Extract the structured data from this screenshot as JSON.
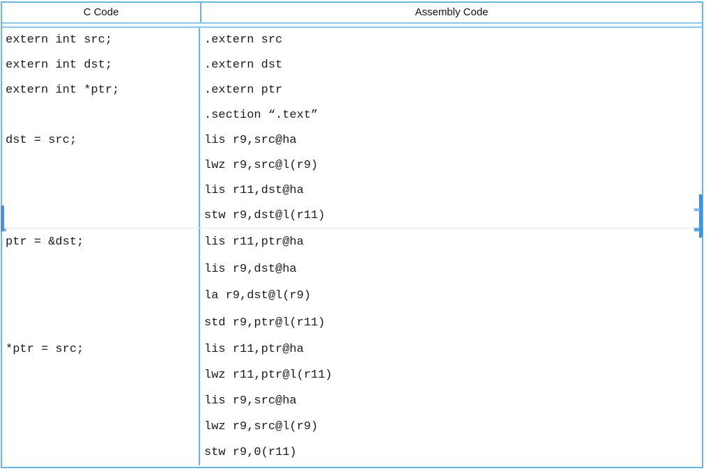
{
  "table": {
    "headers": [
      {
        "label": "C Code"
      },
      {
        "label": "Assembly Code"
      }
    ],
    "rows": [
      {
        "c_lines": [
          "extern int src;",
          "extern int dst;",
          "extern int *ptr;",
          "",
          "dst = src;",
          "",
          "",
          ""
        ],
        "asm_lines": [
          ".extern src",
          ".extern dst",
          ".extern ptr",
          ".section “.text”",
          "lis r9,src@ha",
          "lwz r9,src@l(r9)",
          "lis r11,dst@ha",
          "stw r9,dst@l(r11)"
        ]
      },
      {
        "c_lines": [
          "ptr = &dst;",
          "",
          "",
          ""
        ],
        "asm_lines": [
          "lis r11,ptr@ha",
          "lis r9,dst@ha",
          "la r9,dst@l(r9)",
          "std r9,ptr@l(r11)"
        ]
      },
      {
        "c_lines": [
          "*ptr = src;",
          "",
          "",
          "",
          ""
        ],
        "asm_lines": [
          "lis r11,ptr@ha",
          "lwz r11,ptr@l(r11)",
          "lis r9,src@ha",
          "lwz r9,src@l(r9)",
          "stw r9,0(r11)"
        ]
      }
    ],
    "colors": {
      "border_blue": "#63b7f3",
      "double_rule_blue": "#85c9f6",
      "row_divider_blue": "#dce9f4",
      "page_break_blue": "#3e93e6",
      "text_color": "#1a1a1a"
    }
  }
}
